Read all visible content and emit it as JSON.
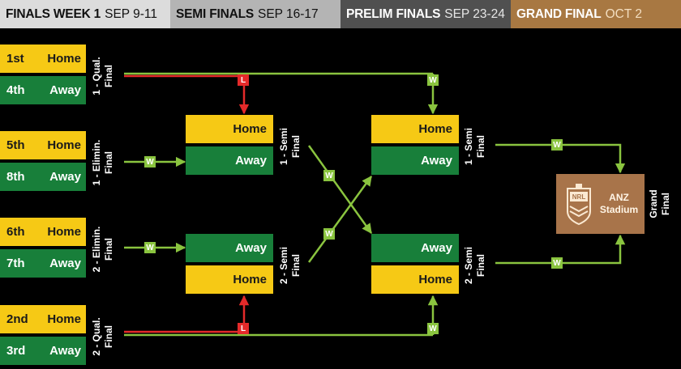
{
  "header": [
    {
      "title": "FINALS WEEK 1",
      "dates": "SEP 9-11"
    },
    {
      "title": "SEMI FINALS",
      "dates": "SEP 16-17"
    },
    {
      "title": "PRELIM FINALS",
      "dates": "SEP 23-24"
    },
    {
      "title": "GRAND FINAL",
      "dates": "OCT 2"
    }
  ],
  "week1": [
    {
      "label": "1 - Qual.\nFinal",
      "label_line1": "1 - Qual.",
      "label_line2": "Final",
      "home": {
        "seed": "1st",
        "side": "Home"
      },
      "away": {
        "seed": "4th",
        "side": "Away"
      }
    },
    {
      "label_line1": "1 - Elimin.",
      "label_line2": "Final",
      "home": {
        "seed": "5th",
        "side": "Home"
      },
      "away": {
        "seed": "8th",
        "side": "Away"
      }
    },
    {
      "label_line1": "2 - Elimin.",
      "label_line2": "Final",
      "home": {
        "seed": "6th",
        "side": "Home"
      },
      "away": {
        "seed": "7th",
        "side": "Away"
      }
    },
    {
      "label_line1": "2 - Qual.",
      "label_line2": "Final",
      "home": {
        "seed": "2nd",
        "side": "Home"
      },
      "away": {
        "seed": "3rd",
        "side": "Away"
      }
    }
  ],
  "semis": [
    {
      "label_line1": "1 - Semi",
      "label_line2": "Final",
      "top": "Home",
      "bottom": "Away"
    },
    {
      "label_line1": "2 - Semi",
      "label_line2": "Final",
      "top": "Away",
      "bottom": "Home"
    }
  ],
  "prelims": [
    {
      "label_line1": "1 - Semi",
      "label_line2": "Final",
      "top": "Home",
      "bottom": "Away"
    },
    {
      "label_line1": "2 - Semi",
      "label_line2": "Final",
      "top": "Away",
      "bottom": "Home"
    }
  ],
  "grand_final": {
    "logo": "NRL",
    "venue_line1": "ANZ",
    "venue_line2": "Stadium",
    "label_line1": "Grand",
    "label_line2": "Final"
  },
  "tags": {
    "win": "W",
    "loss": "L"
  },
  "colors": {
    "win": "#8ac43f",
    "loss": "#e42a2a",
    "home": "#f6c915",
    "away": "#187f3a"
  }
}
